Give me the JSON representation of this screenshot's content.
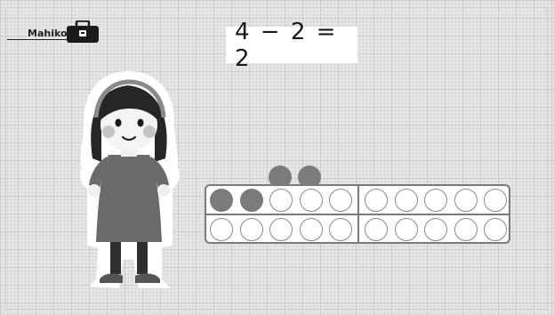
{
  "header": {
    "user_name": "Mahiko",
    "toolbox_icon": "toolbox-icon"
  },
  "equation": {
    "text": "4 − 2 = 2"
  },
  "character": {
    "icon": "girl-character-illustration"
  },
  "ten_frame": {
    "filled_count": 2,
    "rows": 2,
    "columns": 10,
    "floating_counters": 2,
    "counter_color": "#7b7b7b",
    "frame_color": "#7a7a7a"
  }
}
